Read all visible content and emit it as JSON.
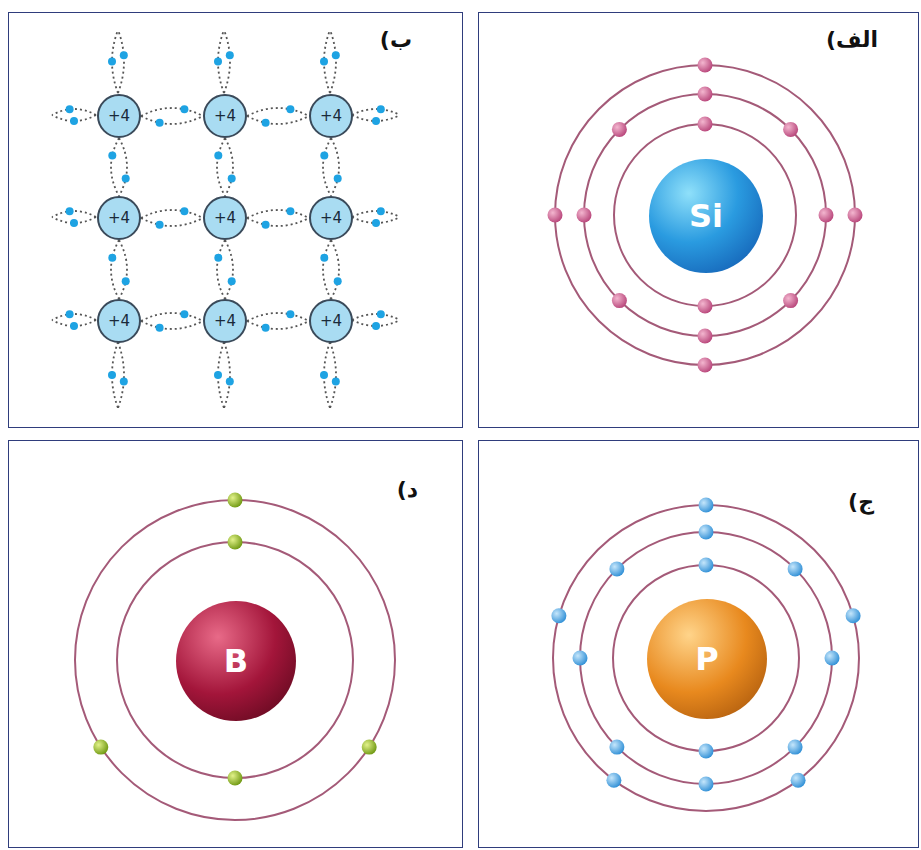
{
  "diagram": {
    "nodes": [
      {
        "text": [
          "الف)"
        ]
      },
      {
        "text": [
          "Si"
        ],
        "in": 0
      },
      {
        "text": [
          "ب)"
        ]
      },
      {
        "text": [
          "+4"
        ],
        "in": 2
      },
      {
        "text": [
          "+4"
        ],
        "in": 2
      },
      {
        "text": [
          "+4"
        ],
        "in": 2
      },
      {
        "text": [
          "+4"
        ],
        "in": 2
      },
      {
        "text": [
          "+4"
        ],
        "in": 2
      },
      {
        "text": [
          "+4"
        ],
        "in": 2
      },
      {
        "text": [
          "+4"
        ],
        "in": 2
      },
      {
        "text": [
          "+4"
        ],
        "in": 2
      },
      {
        "text": [
          "+4"
        ],
        "in": 2
      },
      {
        "text": [
          "ج)"
        ]
      },
      {
        "text": [
          "P"
        ],
        "in": 12
      },
      {
        "text": [
          "د)"
        ]
      },
      {
        "text": [
          "B"
        ],
        "in": 14
      }
    ],
    "edges": [
      {
        "from": 3,
        "to": 4,
        "arrow": "none"
      },
      {
        "from": 4,
        "to": 5,
        "arrow": "none"
      },
      {
        "from": 6,
        "to": 7,
        "arrow": "none"
      },
      {
        "from": 7,
        "to": 8,
        "arrow": "none"
      },
      {
        "from": 9,
        "to": 10,
        "arrow": "none"
      },
      {
        "from": 10,
        "to": 11,
        "arrow": "none"
      },
      {
        "from": 3,
        "to": 6,
        "arrow": "none"
      },
      {
        "from": 6,
        "to": 9,
        "arrow": "none"
      },
      {
        "from": 4,
        "to": 7,
        "arrow": "none"
      },
      {
        "from": 7,
        "to": 10,
        "arrow": "none"
      },
      {
        "from": 5,
        "to": 8,
        "arrow": "none"
      },
      {
        "from": 8,
        "to": 11,
        "arrow": "none"
      }
    ]
  }
}
